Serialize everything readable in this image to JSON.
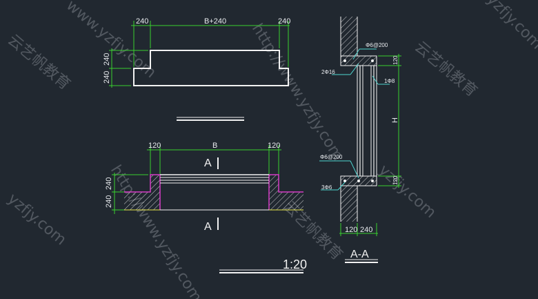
{
  "plan": {
    "dim_left": "240",
    "dim_top": "B+240",
    "dim_right": "240",
    "dim_v1": "240",
    "dim_v2": "240"
  },
  "elevation": {
    "dim_left": "120",
    "dim_mid": "B",
    "dim_right": "120",
    "dim_v1": "240",
    "dim_v2": "240",
    "cut_label_top": "A",
    "cut_label_bottom": "A",
    "scale": "1:20"
  },
  "section": {
    "label_stirrup_top": "Φ6@200",
    "label_top_bars": "2Φ16",
    "label_side_bars": "1Φ8",
    "label_stirrup_bottom": "Φ6@200",
    "label_bottom_bars": "3Φ6",
    "dim_h": "H",
    "dim_top_120": "120",
    "dim_bot_120": "120",
    "dim_b1": "120",
    "dim_b2": "240",
    "title": "A-A"
  },
  "watermarks": [
    "www.yzfjy.com",
    "http://www.yzfjy.com",
    "云艺帆教育",
    "yzfjy.com"
  ]
}
